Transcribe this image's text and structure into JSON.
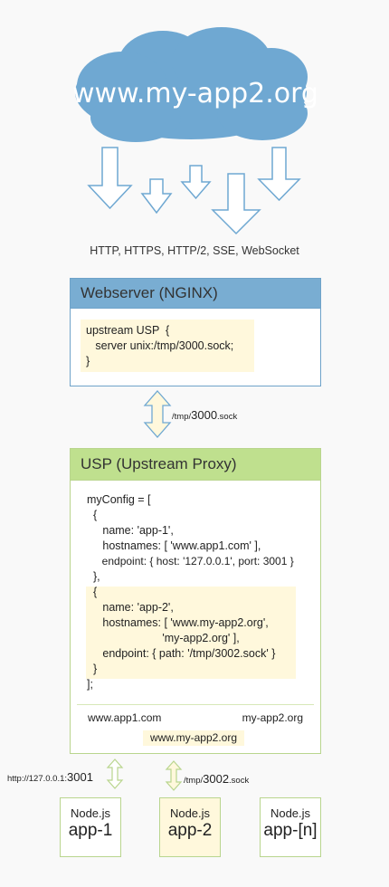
{
  "cloud": {
    "domain": "www.my-app2.org"
  },
  "protocols": "HTTP, HTTPS, HTTP/2, SSE, WebSocket",
  "webserver": {
    "title": "Webserver (NGINX)",
    "code_lines": [
      "upstream USP  {",
      "   server unix:/tmp/3000.sock;",
      "}"
    ]
  },
  "socket_main": {
    "prefix": "/tmp/",
    "number": "3000",
    "suffix": ".sock"
  },
  "usp": {
    "title": "USP (Upstream Proxy)",
    "code_lines": [
      "myConfig = [",
      "  {",
      "     name: 'app-1',",
      "     hostnames: [ 'www.app1.com' ],",
      "     endpoint: { host: '127.0.0.1', port: 3001 }",
      "  },",
      "  {",
      "     name: 'app-2',",
      "     hostnames: [ 'www.my-app2.org',",
      "                        'my-app2.org' ],",
      "     endpoint: { path: '/tmp/3002.sock' }",
      "  }",
      "];"
    ],
    "domain_left": "www.app1.com",
    "domain_right": "my-app2.org",
    "domain_center": "www.my-app2.org"
  },
  "link_app1": {
    "prefix": "http://127.0.0.1:",
    "number": "3001"
  },
  "link_app2": {
    "prefix": "/tmp/",
    "number": "3002",
    "suffix": ".sock"
  },
  "nodes": [
    {
      "label": "Node.js",
      "name": "app-1"
    },
    {
      "label": "Node.js",
      "name": "app-2"
    },
    {
      "label": "Node.js",
      "name": "app-[n]"
    }
  ],
  "colors": {
    "cloud": "#6fa8d2",
    "webserver_header": "#79add2",
    "usp_header": "#bfe08e",
    "highlight": "#fff8dc"
  }
}
